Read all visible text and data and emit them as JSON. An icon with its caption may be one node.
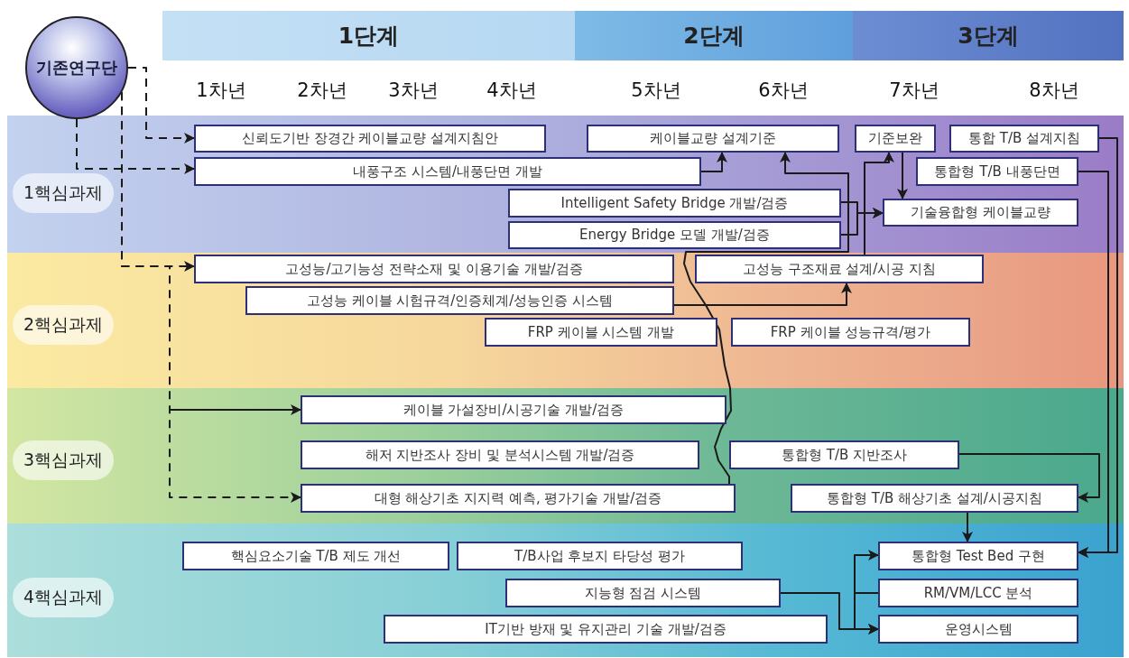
{
  "diagram": {
    "nodes": [
      {
        "text": [
          "기존연구단"
        ]
      },
      {
        "text": [
          "1단계"
        ]
      },
      {
        "text": [
          "2단계"
        ]
      },
      {
        "text": [
          "3단계"
        ]
      },
      {
        "text": [
          "1핵심과제"
        ]
      },
      {
        "text": [
          "신뢰도기반 장경간 케이블교량 설계지침안"
        ]
      },
      {
        "text": [
          "케이블교량 설계기준"
        ]
      },
      {
        "text": [
          "기준보완"
        ]
      },
      {
        "text": [
          "통합 T/B 설계지침"
        ]
      },
      {
        "text": [
          "내풍구조 시스템/내풍단면 개발"
        ]
      },
      {
        "text": [
          "통합형 T/B 내풍단면"
        ]
      },
      {
        "text": [
          "Intelligent Safety Bridge 개발/검증"
        ]
      },
      {
        "text": [
          "기술융합형 케이블교량"
        ]
      },
      {
        "text": [
          "Energy Bridge 모델 개발/검증"
        ]
      },
      {
        "text": [
          "2핵심과제"
        ]
      },
      {
        "text": [
          "고성능/고기능성 전략소재 및 이용기술 개발/검증"
        ]
      },
      {
        "text": [
          "고성능 구조재료 설계/시공 지침"
        ]
      },
      {
        "text": [
          "고성능 케이블 시험규격/인증체계/성능인증 시스템"
        ]
      },
      {
        "text": [
          "FRP 케이블 시스템 개발"
        ]
      },
      {
        "text": [
          "FRP 케이블 성능규격/평가"
        ]
      },
      {
        "text": [
          "3핵심과제"
        ]
      },
      {
        "text": [
          "케이블 가설장비/시공기술 개발/검증"
        ]
      },
      {
        "text": [
          "해저 지반조사 장비 및 분석시스템 개발/검증"
        ]
      },
      {
        "text": [
          "통합형 T/B 지반조사"
        ]
      },
      {
        "text": [
          "대형 해상기초 지지력 예측, 평가기술 개발/검증"
        ]
      },
      {
        "text": [
          "통합형 T/B 해상기초 설계/시공지침"
        ]
      },
      {
        "text": [
          "4핵심과제"
        ]
      },
      {
        "text": [
          "핵심요소기술 T/B 제도 개선"
        ]
      },
      {
        "text": [
          "T/B사업 후보지 타당성 평가"
        ]
      },
      {
        "text": [
          "통합형 Test Bed 구현"
        ]
      },
      {
        "text": [
          "지능형 점검 시스템"
        ]
      },
      {
        "text": [
          "RM/VM/LCC 분석"
        ]
      },
      {
        "text": [
          "IT기반 방재 및 유지관리 기술 개발/검증"
        ]
      },
      {
        "text": [
          "운영시스템"
        ]
      }
    ],
    "edges": [
      {
        "from": 0,
        "to": 5,
        "arrow": "to",
        "style": "dashed"
      },
      {
        "from": 0,
        "to": 9,
        "arrow": "to",
        "style": "dashed"
      },
      {
        "from": 0,
        "to": 15,
        "arrow": "to",
        "style": "dashed"
      },
      {
        "from": null,
        "to": 21,
        "arrow": "to"
      },
      {
        "from": 0,
        "to": 24,
        "arrow": "to",
        "style": "dashed"
      },
      {
        "from": 24,
        "to": 6,
        "arrow": "to"
      },
      {
        "from": 9,
        "to": 6,
        "arrow": "to"
      },
      {
        "from": 11,
        "to": 12,
        "arrow": "to"
      },
      {
        "from": 13,
        "to": 12,
        "arrow": "to"
      },
      {
        "from": 7,
        "to": 12,
        "arrow": "to"
      },
      {
        "from": 16,
        "to": 7,
        "arrow": "to"
      },
      {
        "from": 17,
        "to": 16,
        "arrow": "to"
      },
      {
        "from": 8,
        "to": 29,
        "arrow": "to"
      },
      {
        "from": 10,
        "to": 29,
        "arrow": "to"
      },
      {
        "from": 23,
        "to": 25,
        "arrow": "to"
      },
      {
        "from": 25,
        "to": 29,
        "arrow": "to"
      },
      {
        "from": 30,
        "to": 33,
        "arrow": "to"
      },
      {
        "from": 31,
        "to": 29,
        "arrow": "to"
      },
      {
        "from": 31,
        "to": 33,
        "arrow": "to"
      }
    ],
    "labels": [
      "1차년",
      "2차년",
      "3차년",
      "4차년",
      "5차년",
      "6차년",
      "7차년",
      "8차년"
    ]
  }
}
